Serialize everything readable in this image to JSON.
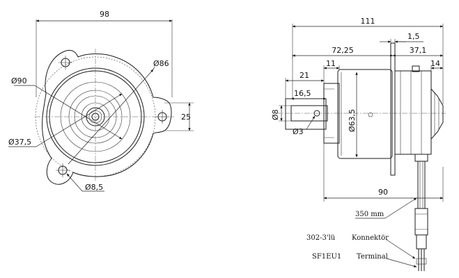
{
  "dimensions": {
    "width_98": "98",
    "dia_86": "Ø86",
    "dia_90": "Ø90",
    "height_25": "25",
    "dia_37_5": "Ø37,5",
    "dia_8_5": "Ø8,5",
    "length_111": "111",
    "gap_1_5": "1,5",
    "len_72_25": "72,25",
    "len_37_1": "37,1",
    "len_11": "11",
    "len_14": "14",
    "len_21": "21",
    "len_16_5": "16,5",
    "dia_8": "Ø8",
    "dia_3": "Ø3",
    "dia_63_5": "Ø63,5",
    "len_90": "90"
  },
  "callouts": {
    "cable_length": "350 mm",
    "connector_code": "302-3'lü",
    "connector_label": "Konnektör",
    "terminal_code": "SF1EU1",
    "terminal_label": "Terminal"
  }
}
